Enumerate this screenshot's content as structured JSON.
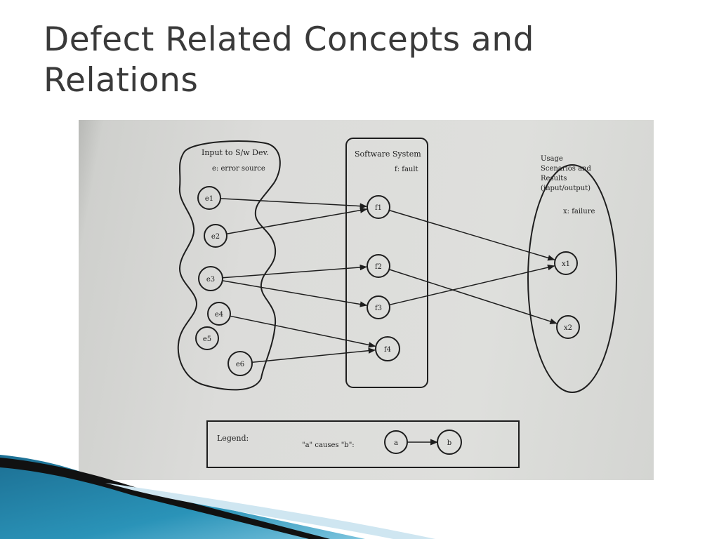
{
  "slide": {
    "title_line1": "Defect Related Concepts and",
    "title_line2": "Relations"
  },
  "diagram": {
    "groups": {
      "input": {
        "title": "Input to S/w Dev.",
        "subtitle": "e: error source"
      },
      "system": {
        "title": "Software System",
        "subtitle": "f: fault"
      },
      "usage": {
        "title_lines": [
          "Usage",
          "Scenarios and",
          "Results",
          "(input/output)"
        ],
        "subtitle": "x: failure"
      }
    },
    "nodes": {
      "e1": "e1",
      "e2": "e2",
      "e3": "e3",
      "e4": "e4",
      "e5": "e5",
      "e6": "e6",
      "f1": "f1",
      "f2": "f2",
      "f3": "f3",
      "f4": "f4",
      "x1": "x1",
      "x2": "x2"
    },
    "edges": [
      [
        "e1",
        "f1"
      ],
      [
        "e2",
        "f1"
      ],
      [
        "e3",
        "f2"
      ],
      [
        "e3",
        "f3"
      ],
      [
        "e4",
        "f4"
      ],
      [
        "e6",
        "f4"
      ],
      [
        "f1",
        "x1"
      ],
      [
        "f2",
        "x2"
      ],
      [
        "f3",
        "x1"
      ]
    ],
    "legend": {
      "title": "Legend:",
      "caption": "\"a\" causes \"b\":",
      "node_a": "a",
      "node_b": "b"
    }
  },
  "colors": {
    "ink": "#1e1e1e",
    "paper": "#dcdcda",
    "accent_teal": "#2a93b8"
  }
}
